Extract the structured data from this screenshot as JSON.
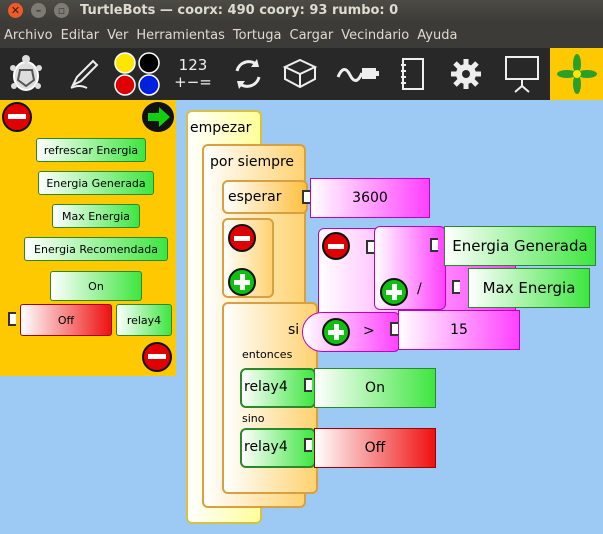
{
  "window": {
    "title": "TurtleBots — coorx: 490 coory: 93 rumbo: 0"
  },
  "menu": [
    "Archivo",
    "Editar",
    "Ver",
    "Herramientas",
    "Tortuga",
    "Cargar",
    "Vecindario",
    "Ayuda"
  ],
  "toolbar": {
    "icons": [
      "turtle-icon",
      "pen-icon",
      "colors-icon",
      "numbers-icon",
      "sensors-icon",
      "extras-icon",
      "flow-icon",
      "media-icon",
      "notebook-icon",
      "settings-icon",
      "presentation-icon",
      "butia-icon"
    ],
    "numbers_top": "123",
    "numbers_bottom": "+−=",
    "colors": [
      "#ffe600",
      "#000000",
      "#e00000",
      "#0020e0"
    ]
  },
  "palette": {
    "blocks": [
      "refrescar Energia",
      "Energia Generada",
      "Max Energia",
      "Energia Recomendada",
      "On",
      "Off",
      "relay4"
    ]
  },
  "program": {
    "start": "empezar",
    "forever": "por siempre",
    "wait": "esperar",
    "wait_value": "3600",
    "if_label": "si",
    "then_label": "entonces",
    "else_label": "sino",
    "operator_divide": "/",
    "operator_greater": ">",
    "num_value": "15",
    "sensor_generated": "Energia Generada",
    "sensor_max": "Max Energia",
    "relay_then": "relay4",
    "relay_then_value": "On",
    "relay_else": "relay4",
    "relay_else_value": "Off"
  }
}
